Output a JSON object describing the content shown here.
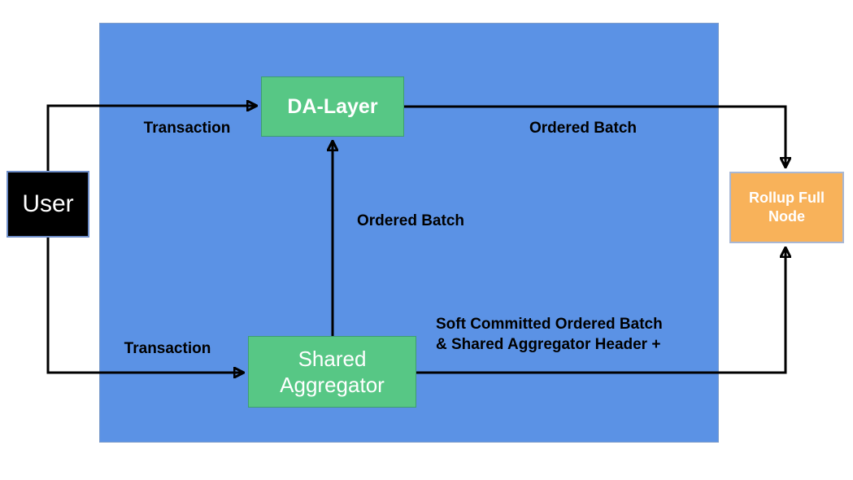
{
  "diagram": {
    "nodes": {
      "user": {
        "label": "User",
        "fill": "#000000",
        "text_color": "#ffffff"
      },
      "da_layer": {
        "label": "DA-Layer",
        "fill": "#57c785",
        "text_color": "#ffffff"
      },
      "shared_aggregator": {
        "label": "Shared Aggregator",
        "fill": "#57c785",
        "text_color": "#ffffff"
      },
      "rollup_full_node": {
        "label": "Rollup Full Node",
        "fill": "#f8b25a",
        "text_color": "#ffffff"
      }
    },
    "edges": [
      {
        "id": "user-to-da-layer",
        "label": "Transaction"
      },
      {
        "id": "user-to-shared-aggregator",
        "label": "Transaction"
      },
      {
        "id": "shared-aggregator-to-da-layer",
        "label": "Ordered Batch"
      },
      {
        "id": "da-layer-to-rollup-full-node",
        "label": "Ordered Batch"
      },
      {
        "id": "shared-aggregator-to-rollup-full-node",
        "label_line1": "Soft Committed Ordered Batch",
        "label_line2": "& Shared Aggregator Header +"
      }
    ],
    "colors": {
      "boundary_fill": "#5b92e5",
      "arrow": "#000000",
      "label_text": "#000000"
    }
  }
}
